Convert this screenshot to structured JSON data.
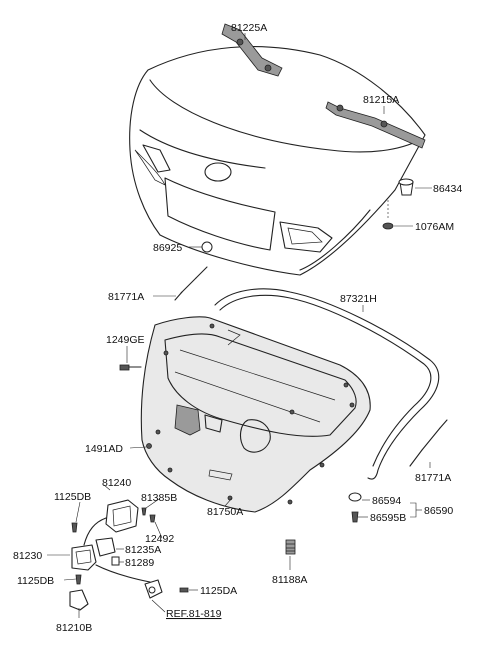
{
  "labels": {
    "p81225A": "81225A",
    "p81215A": "81215A",
    "p86434": "86434",
    "p1076AM": "1076AM",
    "p86925": "86925",
    "p81771A_left": "81771A",
    "p87321H": "87321H",
    "p1249GE": "1249GE",
    "p1491AD": "1491AD",
    "p81240": "81240",
    "p1125DB_top": "1125DB",
    "p81385B": "81385B",
    "p81750A": "81750A",
    "p81771A_right": "81771A",
    "p86594": "86594",
    "p86590": "86590",
    "p86595B": "86595B",
    "p12492": "12492",
    "p81230": "81230",
    "p81235A": "81235A",
    "p81289": "81289",
    "p1125DB_bottom": "1125DB",
    "p81188A": "81188A",
    "p1125DA": "1125DA",
    "pREF": "REF.81-819",
    "p81210B": "81210B"
  }
}
